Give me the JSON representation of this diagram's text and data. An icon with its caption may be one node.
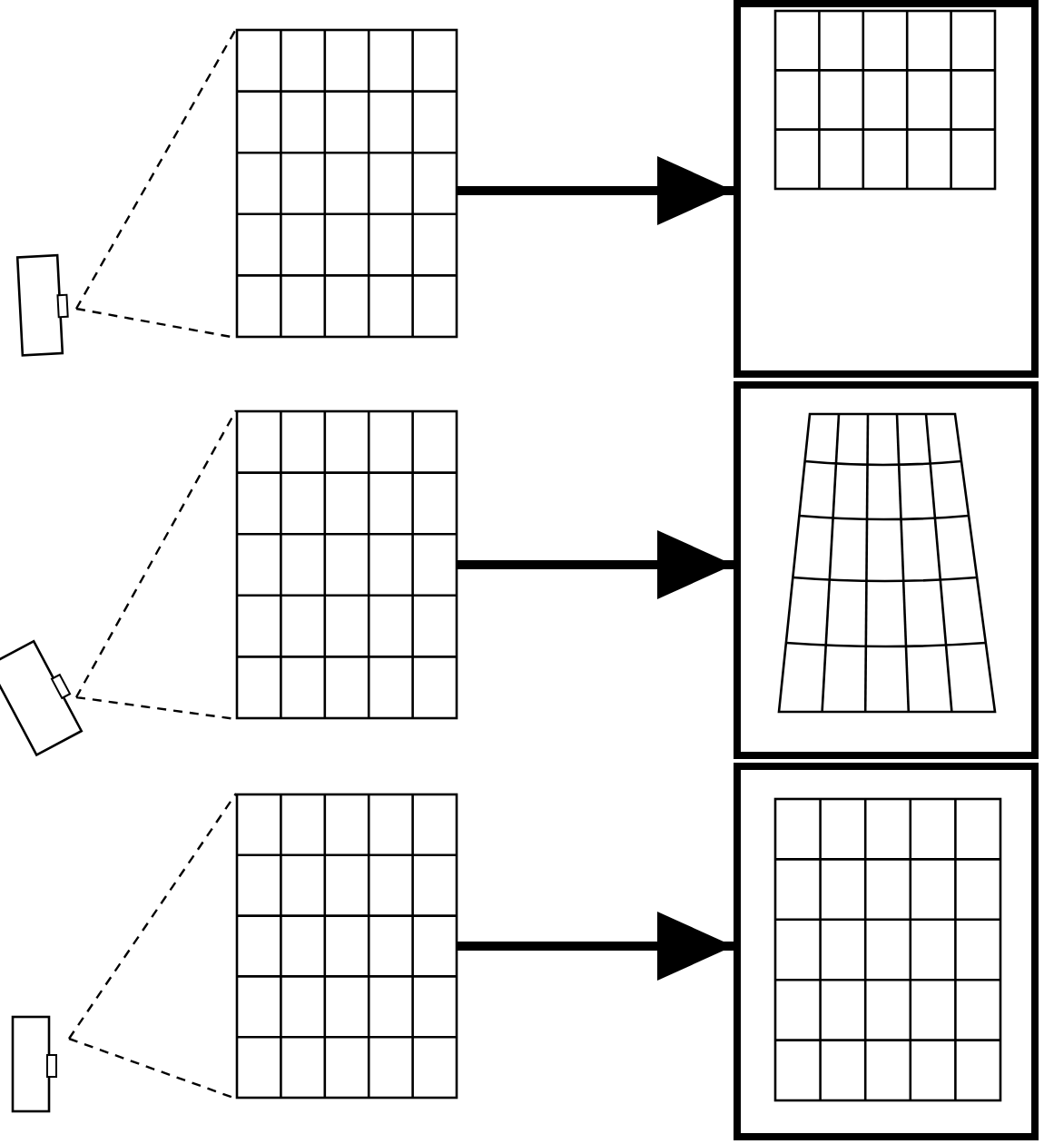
{
  "diagram": {
    "nodes": [
      {
        "text": [],
        "shape": "camera"
      },
      {
        "text": [],
        "shape": "grid"
      },
      {
        "text": [],
        "shape": "box"
      },
      {
        "text": [],
        "shape": "camera"
      },
      {
        "text": [],
        "shape": "grid"
      },
      {
        "text": [],
        "shape": "box"
      },
      {
        "text": [],
        "shape": "camera"
      },
      {
        "text": [],
        "shape": "grid"
      },
      {
        "text": [],
        "shape": "box"
      }
    ],
    "edges": [
      {
        "from": 0,
        "to": 1,
        "arrow": "none",
        "style": "dashed"
      },
      {
        "from": 1,
        "to": 2,
        "arrow": "to",
        "style": "thick"
      },
      {
        "from": 3,
        "to": 4,
        "arrow": "none",
        "style": "dashed"
      },
      {
        "from": 4,
        "to": 5,
        "arrow": "to",
        "style": "thick"
      },
      {
        "from": 6,
        "to": 7,
        "arrow": "none",
        "style": "dashed"
      },
      {
        "from": 7,
        "to": 8,
        "arrow": "to",
        "style": "thick"
      }
    ]
  }
}
